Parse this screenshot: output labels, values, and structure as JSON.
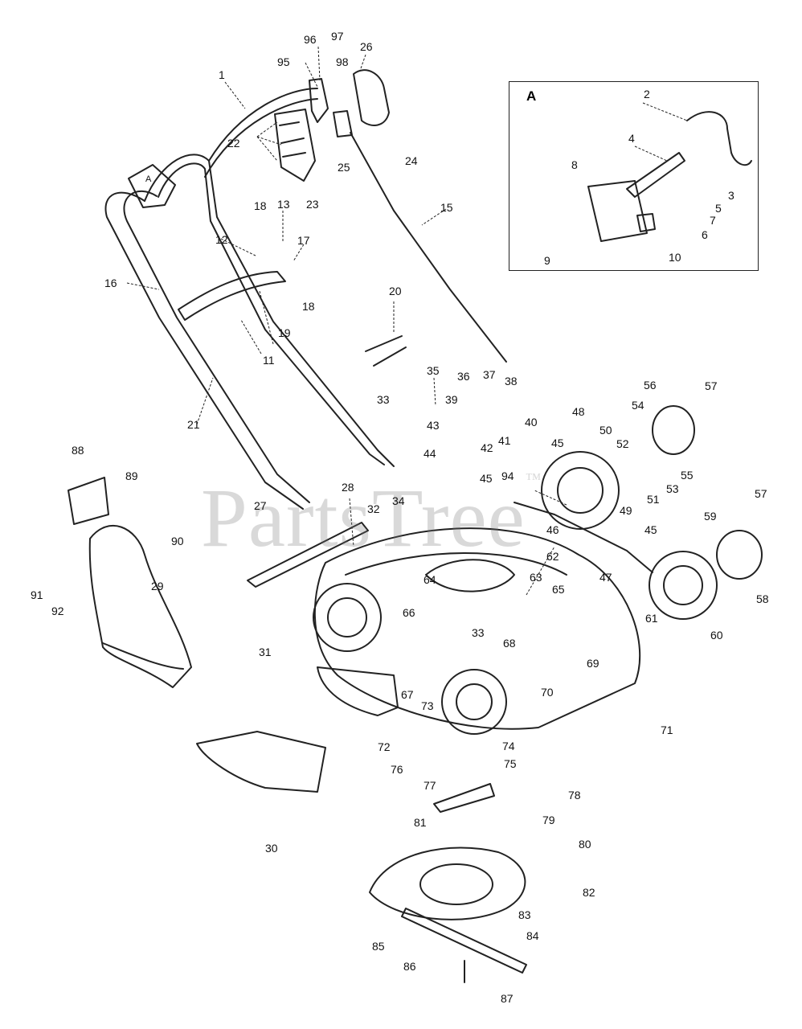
{
  "watermark": {
    "text": "PartsTree",
    "mark": "™"
  },
  "inset": {
    "letter": "A"
  },
  "callouts": [
    "96",
    "97",
    "26",
    "95",
    "98",
    "1",
    "22",
    "24",
    "25",
    "23",
    "A",
    "18",
    "13",
    "12",
    "17",
    "16",
    "15",
    "18",
    "20",
    "19",
    "11",
    "21",
    "35",
    "36",
    "37",
    "38",
    "39",
    "40",
    "43",
    "41",
    "44",
    "42",
    "33",
    "88",
    "89",
    "90",
    "28",
    "32",
    "34",
    "45",
    "94",
    "48",
    "50",
    "56",
    "57",
    "54",
    "55",
    "52",
    "53",
    "49",
    "51",
    "45",
    "46",
    "62",
    "27",
    "57",
    "59",
    "91",
    "29",
    "92",
    "64",
    "63",
    "65",
    "47",
    "45",
    "58",
    "60",
    "61",
    "66",
    "33",
    "69",
    "68",
    "31",
    "67",
    "70",
    "71",
    "73",
    "74",
    "72",
    "76",
    "75",
    "77",
    "30",
    "78",
    "79",
    "81",
    "80",
    "82",
    "83",
    "85",
    "84",
    "86",
    "87",
    "2",
    "4",
    "8",
    "3",
    "5",
    "7",
    "6",
    "9",
    "10"
  ]
}
